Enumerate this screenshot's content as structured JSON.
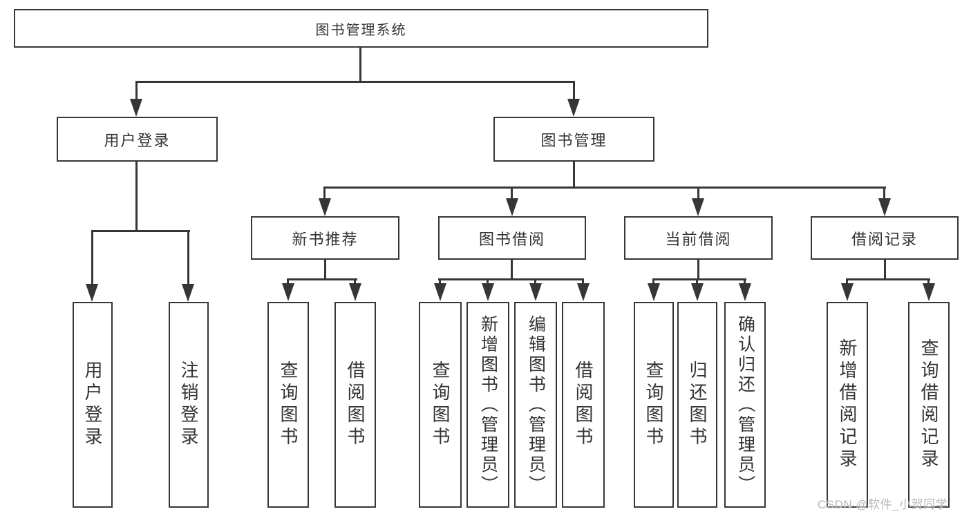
{
  "tree": {
    "label": "图书管理系统",
    "children": [
      {
        "label": "用户登录",
        "children": [
          {
            "label": "用户登录"
          },
          {
            "label": "注销登录"
          }
        ]
      },
      {
        "label": "图书管理",
        "children": [
          {
            "label": "新书推荐",
            "children": [
              {
                "label": "查询图书"
              },
              {
                "label": "借阅图书"
              }
            ]
          },
          {
            "label": "图书借阅",
            "children": [
              {
                "label": "查询图书"
              },
              {
                "label": "新增图书（管理员）"
              },
              {
                "label": "编辑图书（管理员）"
              },
              {
                "label": "借阅图书"
              }
            ]
          },
          {
            "label": "当前借阅",
            "children": [
              {
                "label": "查询图书"
              },
              {
                "label": "归还图书"
              },
              {
                "label": "确认归还（管理员）"
              }
            ]
          },
          {
            "label": "借阅记录",
            "children": [
              {
                "label": "新增借阅记录"
              },
              {
                "label": "查询借阅记录"
              }
            ]
          }
        ]
      }
    ]
  },
  "watermark": {
    "text": "CSDN @软件_小贺同学",
    "color": "#b6b6b6"
  },
  "colors": {
    "line": "#363636",
    "box_border": "#363636",
    "text": "#333333",
    "background": "#ffffff"
  }
}
